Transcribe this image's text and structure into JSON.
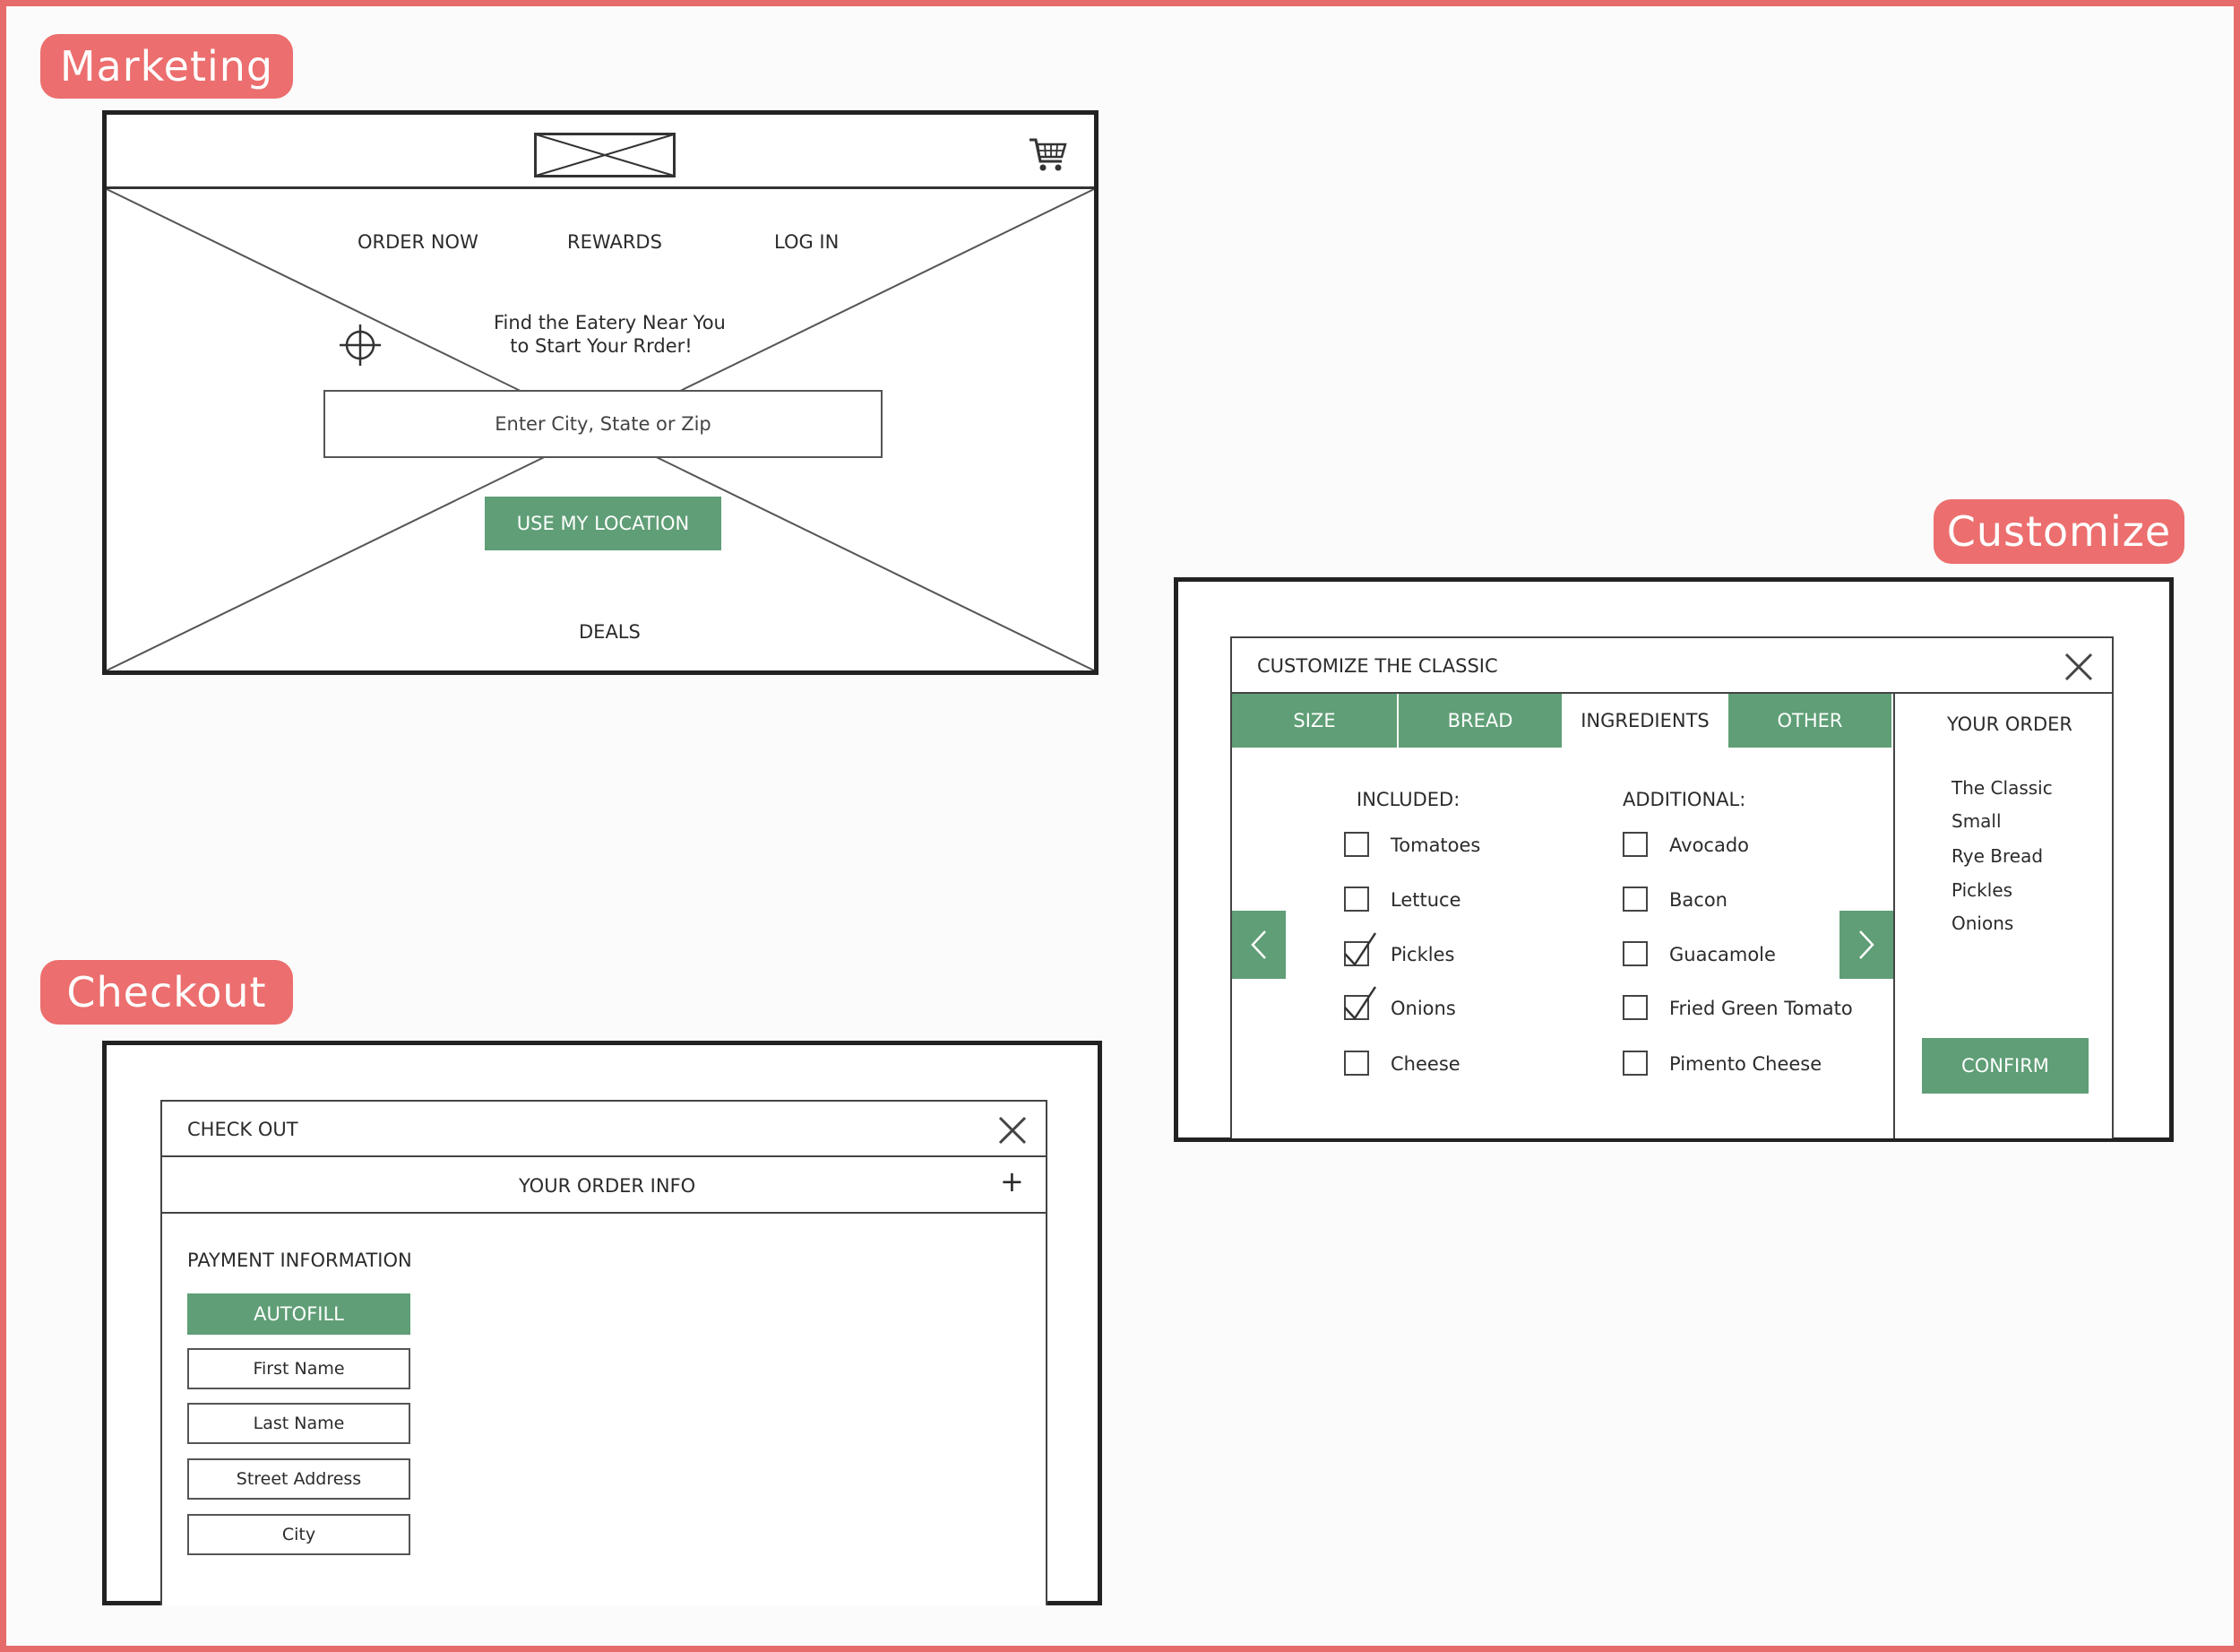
{
  "sections": {
    "marketing": "Marketing",
    "customize": "Customize",
    "checkout": "Checkout"
  },
  "marketing": {
    "nav": {
      "order_now": "ORDER NOW",
      "rewards": "REWARDS",
      "log_in": "LOG IN"
    },
    "headline_line1": "Find the Eatery Near You",
    "headline_line2": "to Start Your Rrder!",
    "location_input": {
      "placeholder": "Enter City, State or Zip"
    },
    "use_location_button": "USE MY LOCATION",
    "deals_link": "DEALS",
    "icons": {
      "logo": "logo-placeholder-icon",
      "cart": "shopping-cart-icon",
      "locate": "crosshair-icon"
    }
  },
  "customize": {
    "title": "CUSTOMIZE THE CLASSIC",
    "tabs": [
      {
        "label": "SIZE",
        "active": false
      },
      {
        "label": "BREAD",
        "active": false
      },
      {
        "label": "INGREDIENTS",
        "active": true
      },
      {
        "label": "OTHER",
        "active": false
      }
    ],
    "included_heading": "INCLUDED:",
    "additional_heading": "ADDITIONAL:",
    "included": [
      {
        "label": "Tomatoes",
        "checked": false
      },
      {
        "label": "Lettuce",
        "checked": false
      },
      {
        "label": "Pickles",
        "checked": true
      },
      {
        "label": "Onions",
        "checked": true
      },
      {
        "label": "Cheese",
        "checked": false
      }
    ],
    "additional": [
      {
        "label": "Avocado",
        "checked": false
      },
      {
        "label": "Bacon",
        "checked": false
      },
      {
        "label": "Guacamole",
        "checked": false
      },
      {
        "label": "Fried Green Tomato",
        "checked": false
      },
      {
        "label": "Pimento Cheese",
        "checked": false
      }
    ],
    "your_order_heading": "YOUR ORDER",
    "order_items": [
      "The Classic",
      "Small",
      "Rye Bread",
      "Pickles",
      "Onions"
    ],
    "confirm_button": "CONFIRM"
  },
  "checkout": {
    "title": "CHECK OUT",
    "order_info": "YOUR ORDER INFO",
    "expand_symbol": "+",
    "payment_heading": "PAYMENT INFORMATION",
    "autofill_button": "AUTOFILL",
    "fields": [
      "First Name",
      "Last Name",
      "Street Address",
      "City"
    ]
  },
  "colors": {
    "accent_green": "#5f9e76",
    "tag_red": "#ec6e6e",
    "frame_red": "#e66b6b"
  }
}
